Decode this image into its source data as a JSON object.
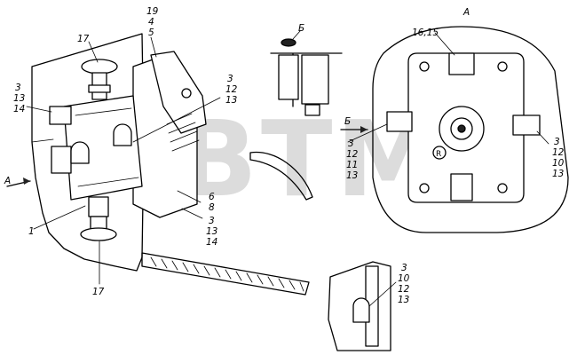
{
  "watermark": "BTM",
  "views": {
    "view_a": "А",
    "view_b": "Б",
    "arrow_a": "А",
    "arrow_b": "Б"
  },
  "callouts": {
    "c17_top": "17",
    "c19_4_5": [
      "19",
      "4",
      "5"
    ],
    "c3_13_14_left": [
      "3",
      "13",
      "14"
    ],
    "c3_12_13_mid": [
      "3",
      "12",
      "13"
    ],
    "c1": "1",
    "c6_8": [
      "6",
      "8"
    ],
    "c3_13_14_bottom": [
      "3",
      "13",
      "14"
    ],
    "c17_bottom": "17",
    "c16_15": "16,15",
    "c3_12_11_13": [
      "3",
      "12",
      "11",
      "13"
    ],
    "c3_12_10_13_right": [
      "3",
      "12",
      "10",
      "13"
    ],
    "c3_10_12_13_bottom": [
      "3",
      "10",
      "12",
      "13"
    ],
    "valve_mark": "R"
  }
}
